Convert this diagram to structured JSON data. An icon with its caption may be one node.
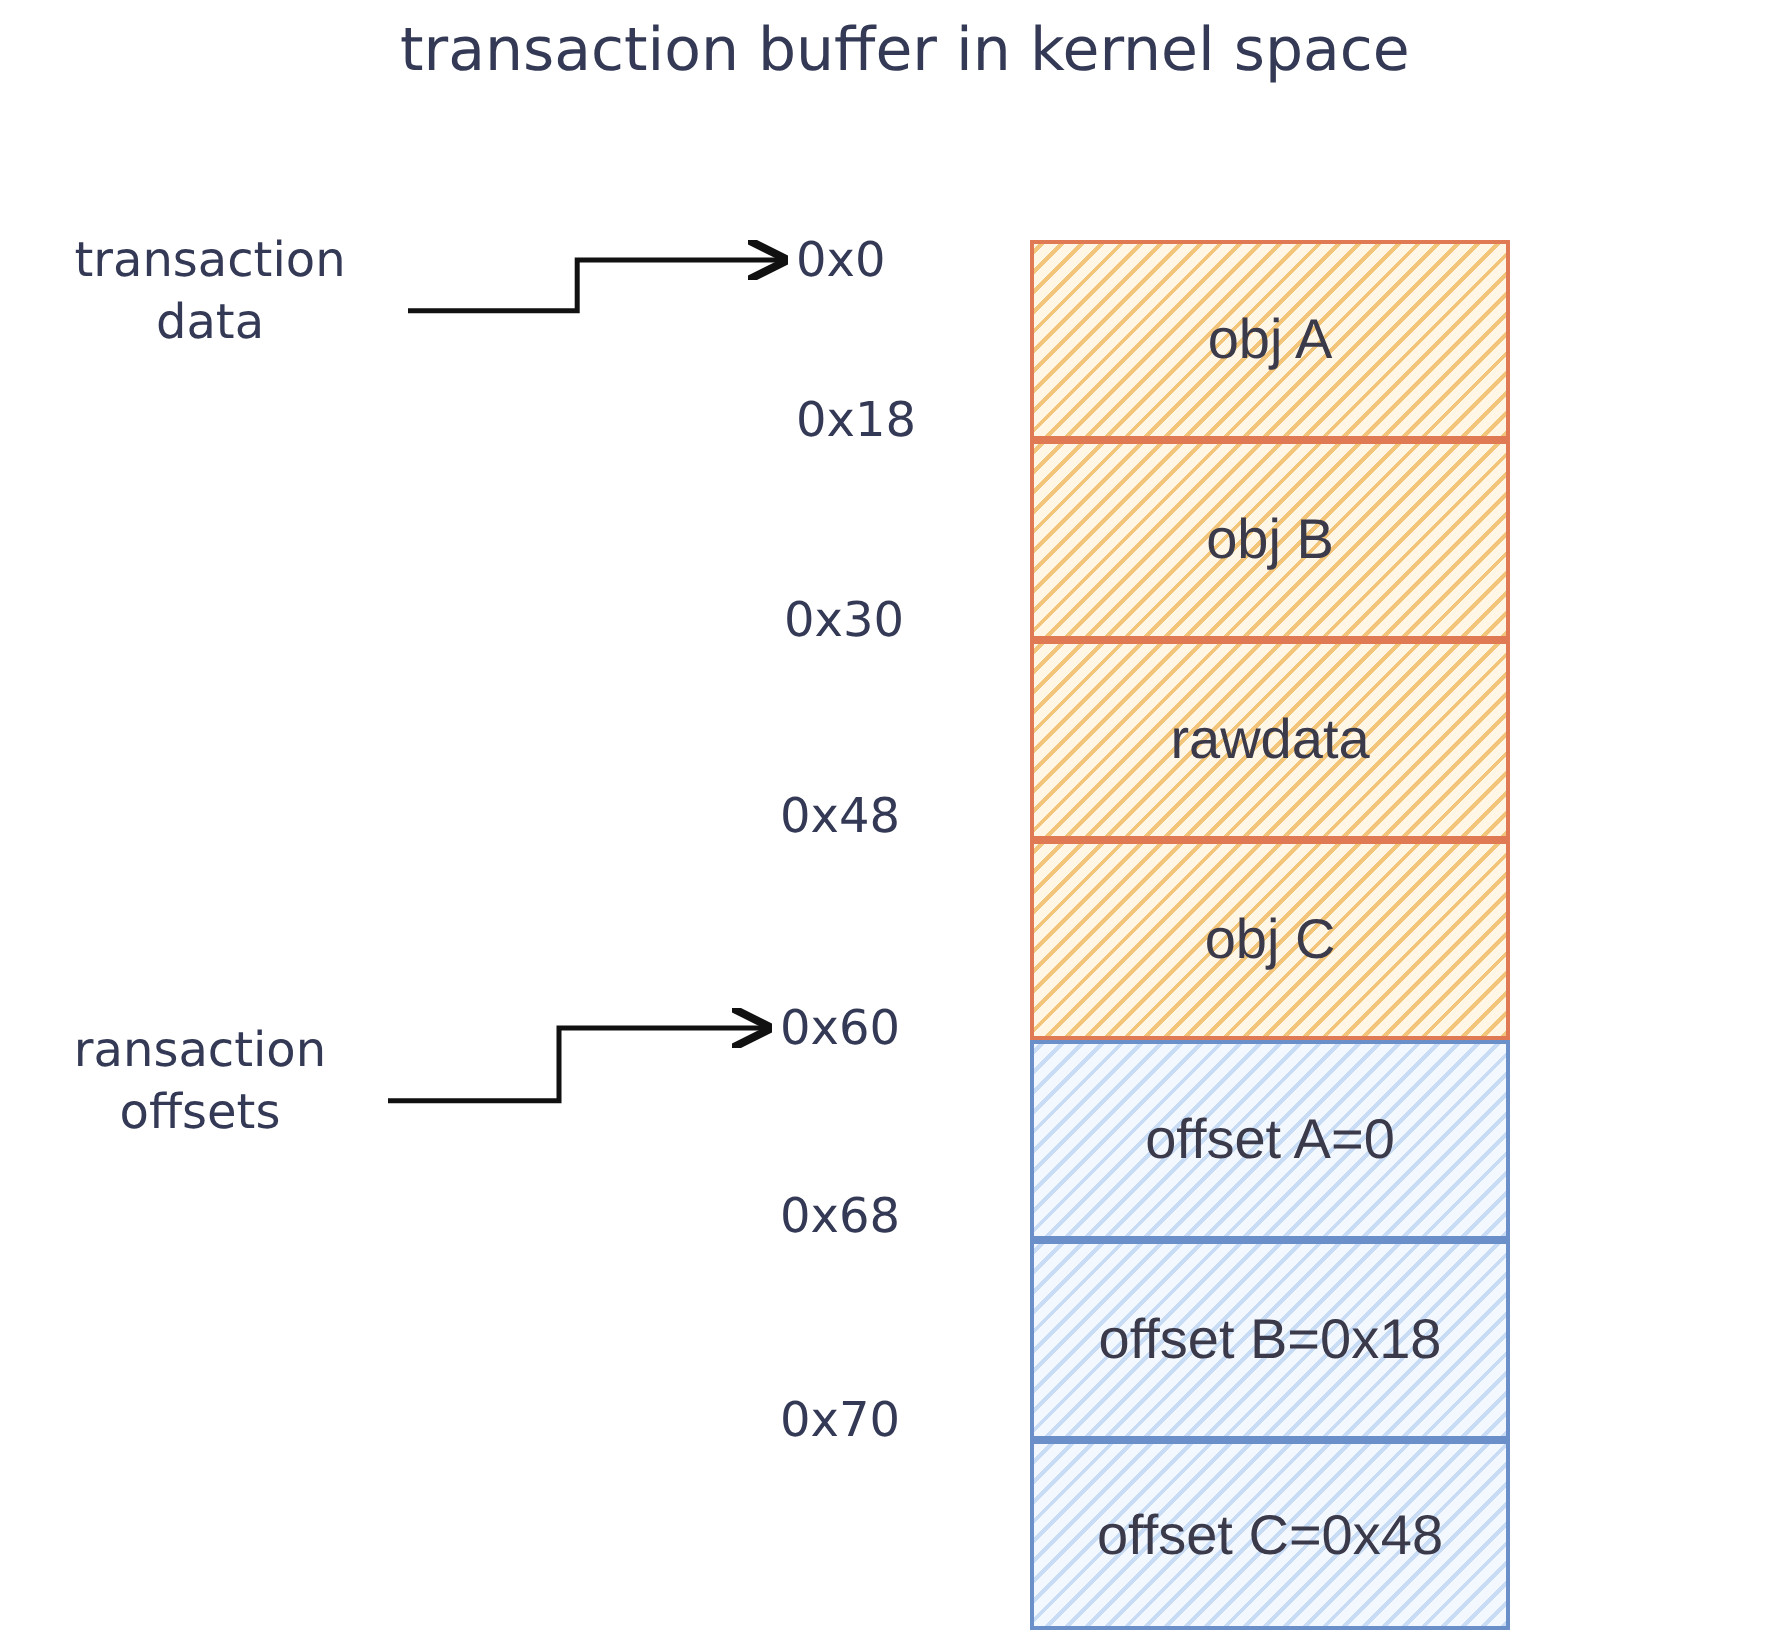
{
  "diagram": {
    "title": "transaction buffer in kernel space",
    "nodes": [
      {
        "text": [
          "transaction data"
        ]
      },
      {
        "text": [
          "0x0"
        ]
      },
      {
        "text": [
          "obj A"
        ]
      },
      {
        "text": [
          "obj B"
        ]
      },
      {
        "text": [
          "rawdata"
        ]
      },
      {
        "text": [
          "obj C"
        ]
      },
      {
        "text": [
          "ransaction offsets"
        ]
      },
      {
        "text": [
          "0x60"
        ]
      },
      {
        "text": [
          "offset A=0"
        ]
      },
      {
        "text": [
          "offset B=0x18"
        ]
      },
      {
        "text": [
          "offset C=0x48"
        ]
      }
    ],
    "edges": [
      {
        "from": 0,
        "to": 1,
        "arrow": "to"
      },
      {
        "from": 6,
        "to": 7,
        "arrow": "to"
      }
    ],
    "labels": [
      "0x18",
      "0x30",
      "0x48",
      "0x68",
      "0x70"
    ]
  }
}
